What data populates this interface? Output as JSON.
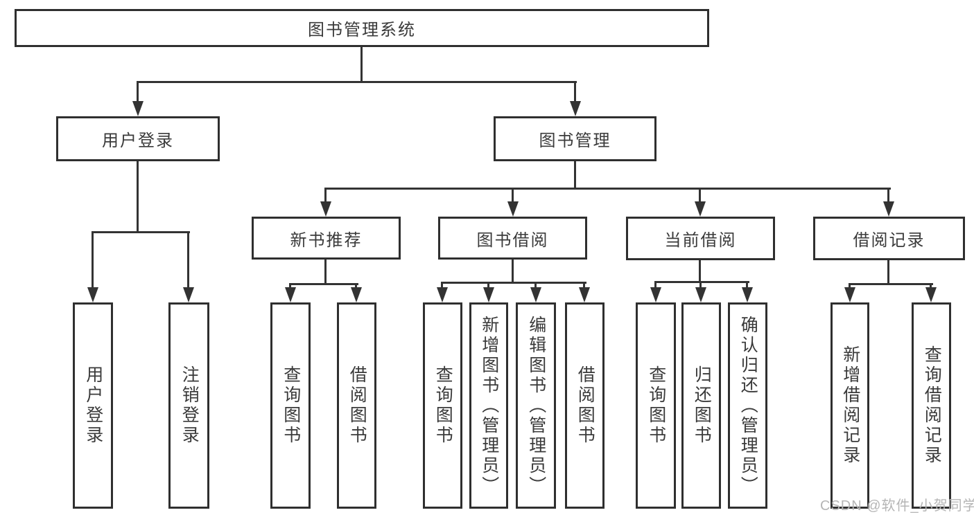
{
  "diagram": {
    "type": "tree",
    "colors": {
      "box_border": "#2f2f2f",
      "line": "#333333",
      "text": "#3a3a3a",
      "watermark": "#b5b5b5",
      "background": "#ffffff"
    },
    "tree": {
      "root": "图书管理系统",
      "children": [
        {
          "label": "用户登录",
          "children": [
            {
              "label": "用户登录"
            },
            {
              "label": "注销登录"
            }
          ]
        },
        {
          "label": "图书管理",
          "children": [
            {
              "label": "新书推荐",
              "children": [
                {
                  "label": "查询图书"
                },
                {
                  "label": "借阅图书"
                }
              ]
            },
            {
              "label": "图书借阅",
              "children": [
                {
                  "label": "查询图书"
                },
                {
                  "label": "新增图书（管理员）"
                },
                {
                  "label": "编辑图书（管理员）"
                },
                {
                  "label": "借阅图书"
                }
              ]
            },
            {
              "label": "当前借阅",
              "children": [
                {
                  "label": "查询图书"
                },
                {
                  "label": "归还图书"
                },
                {
                  "label": "确认归还（管理员）"
                }
              ]
            },
            {
              "label": "借阅记录",
              "children": [
                {
                  "label": "新增借阅记录"
                },
                {
                  "label": "查询借阅记录"
                }
              ]
            }
          ]
        }
      ]
    },
    "watermark": {
      "text": "CSDN @软件_小贺同学"
    }
  }
}
